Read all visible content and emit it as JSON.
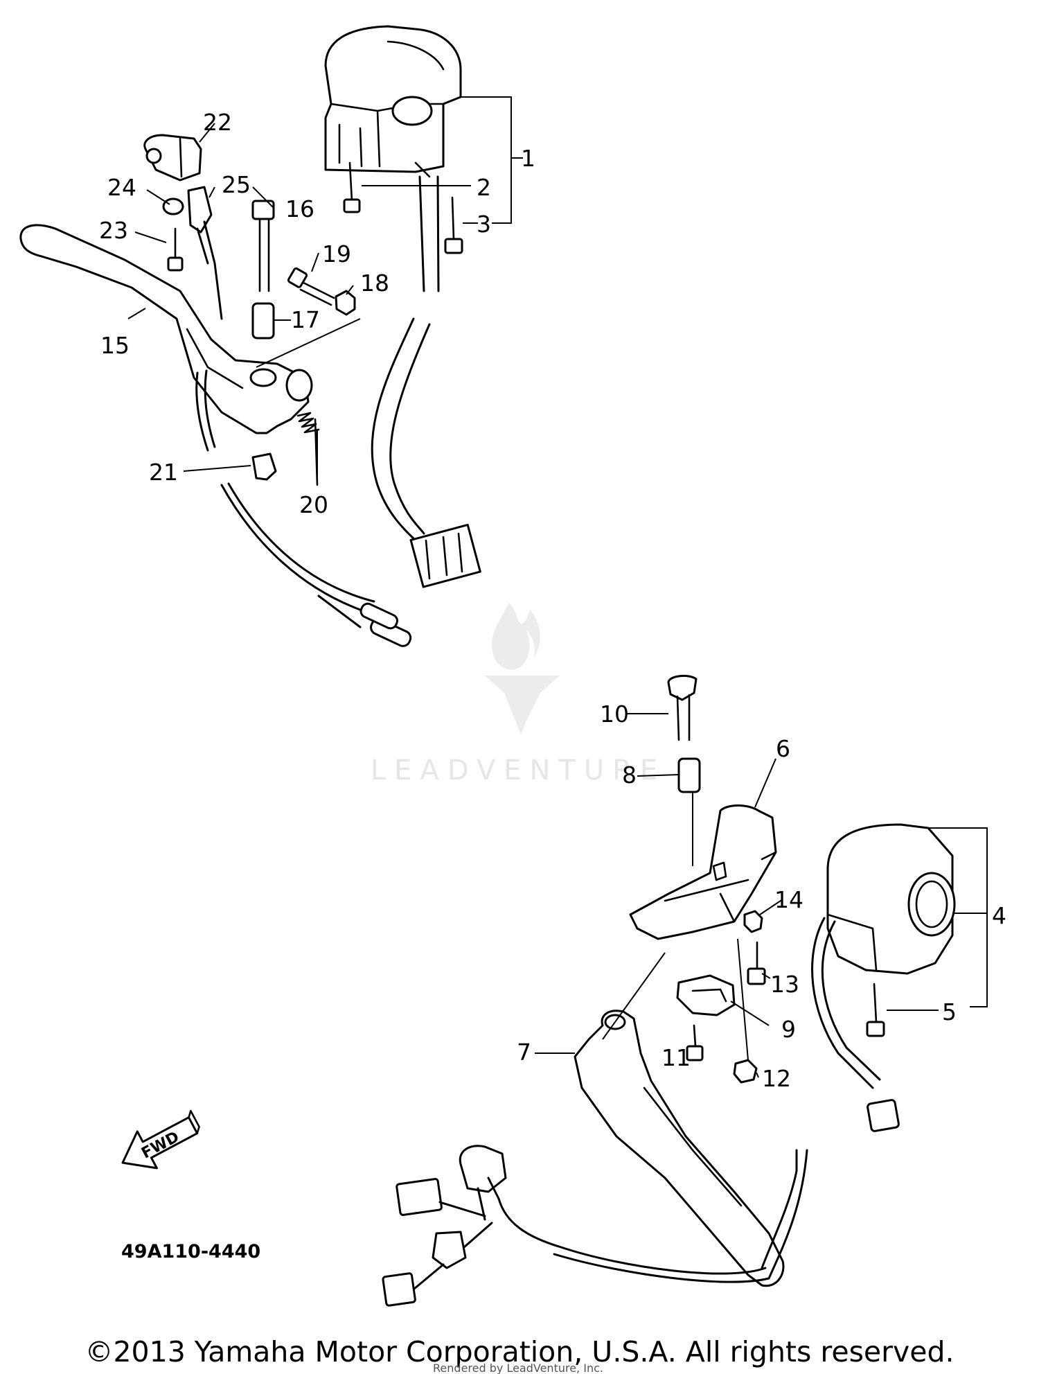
{
  "diagram": {
    "part_numbers": [
      "1",
      "2",
      "3",
      "4",
      "5",
      "6",
      "7",
      "8",
      "9",
      "10",
      "11",
      "12",
      "13",
      "14",
      "15",
      "16",
      "17",
      "18",
      "19",
      "20",
      "21",
      "22",
      "23",
      "24",
      "25"
    ],
    "forward_arrow_label": "FWD",
    "diagram_code": "49A110-4440",
    "watermark": "LEADVENTURE",
    "rendered_by": "Rendered by LeadVenture, Inc.",
    "copyright": "©2013 Yamaha Motor Corporation, U.S.A. All rights reserved."
  }
}
